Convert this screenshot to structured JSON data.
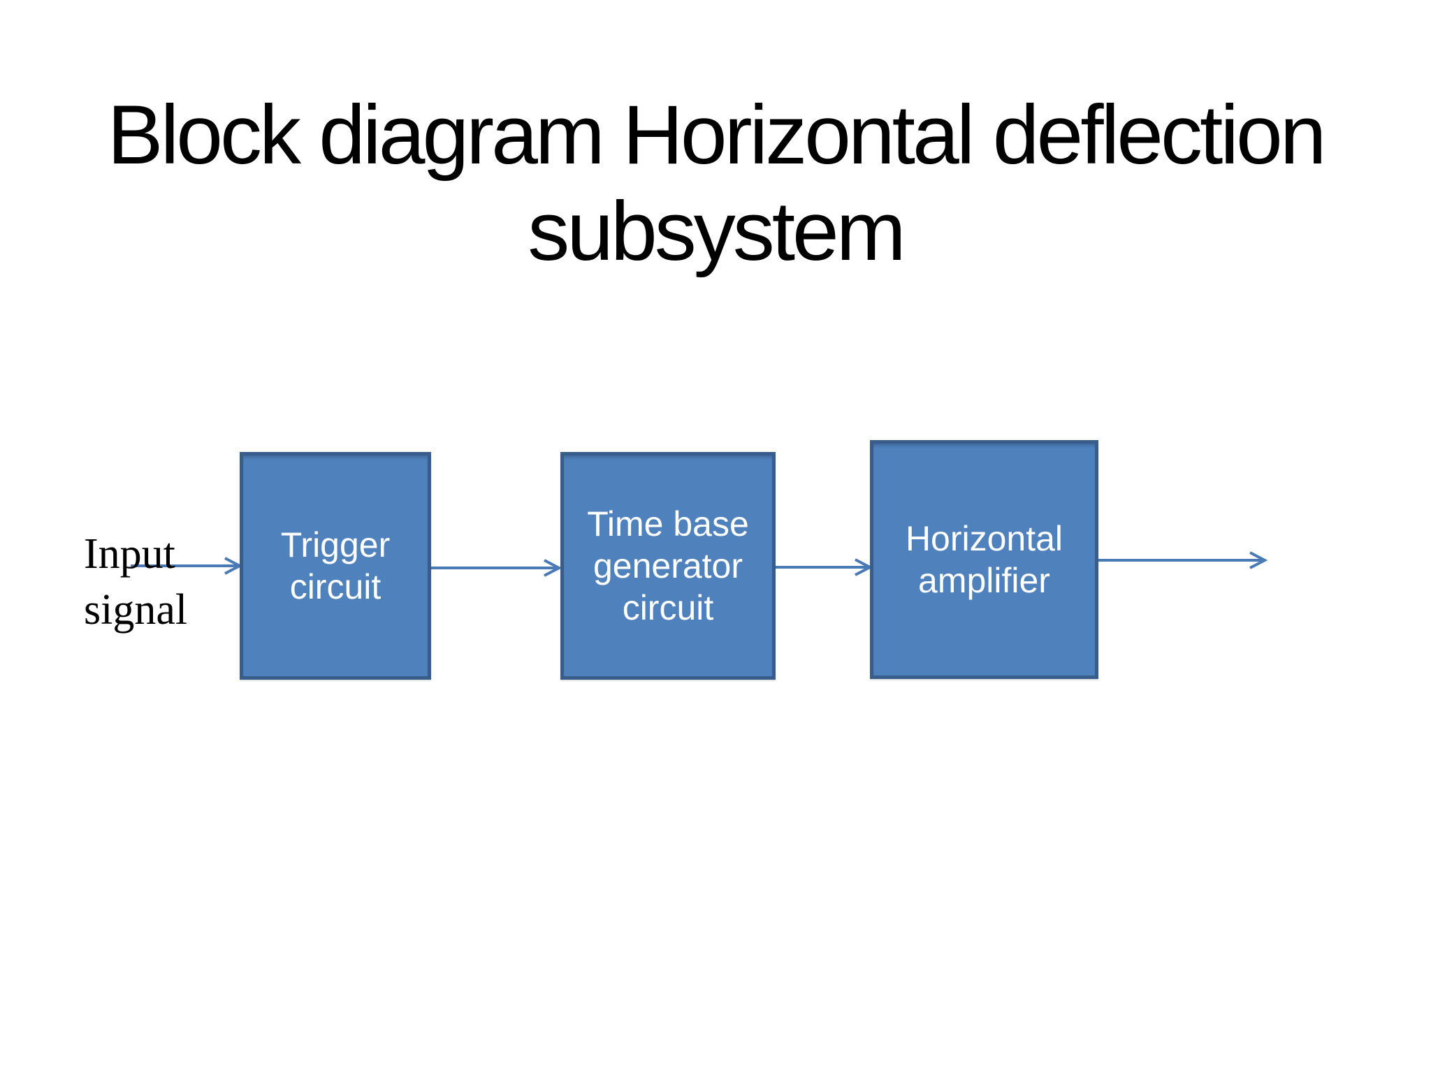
{
  "slide": {
    "title_line1": "Block diagram Horizontal deflection",
    "title_line2": "subsystem",
    "input_label_line1": "Input",
    "input_label_line2": "signal",
    "blocks": [
      {
        "label": "Trigger circuit"
      },
      {
        "label": "Time base generator circuit"
      },
      {
        "label": "Horizontal amplifier"
      }
    ],
    "colors": {
      "block_fill": "#4f81bd",
      "block_border": "#385d8a",
      "block_text": "#ffffff",
      "arrow": "#4a7ab5",
      "title_text": "#000000",
      "input_text": "#000000",
      "background": "#ffffff"
    }
  }
}
